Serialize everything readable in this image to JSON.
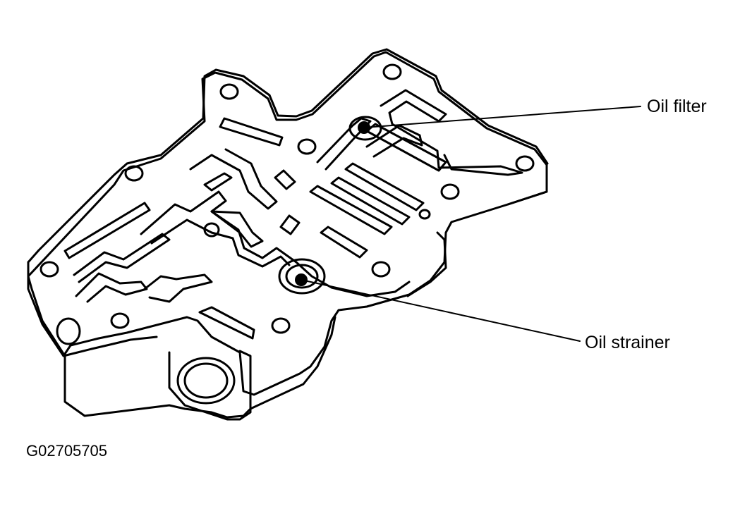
{
  "labels": {
    "oil_filter": "Oil filter",
    "oil_strainer": "Oil strainer"
  },
  "figure_id": "G02705705",
  "colors": {
    "line": "#000000",
    "background": "#ffffff"
  }
}
